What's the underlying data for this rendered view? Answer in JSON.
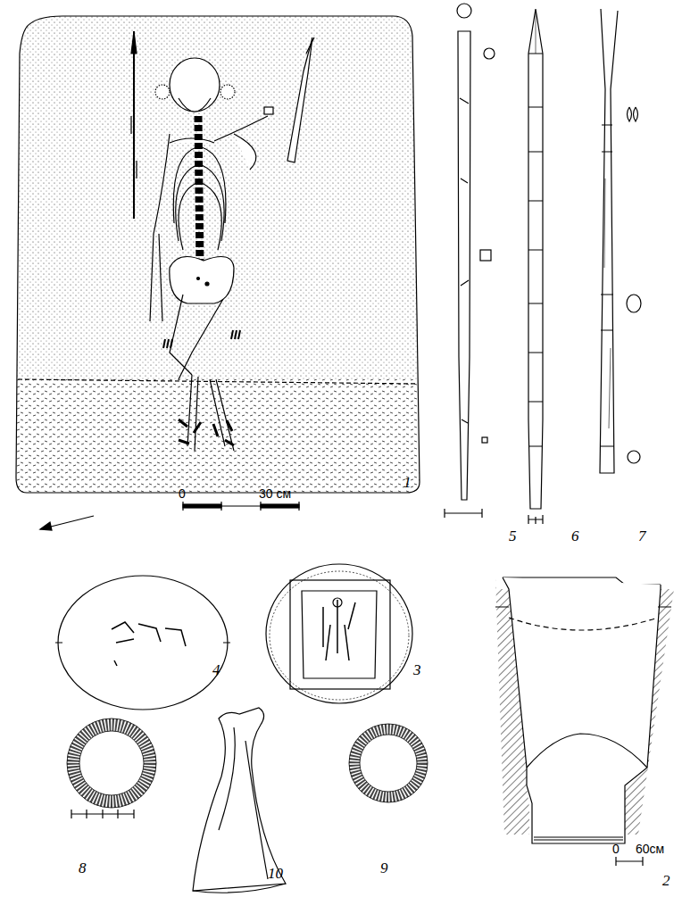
{
  "diagram": {
    "labels": [
      "1",
      "0",
      "30 см",
      "5",
      "6",
      "7",
      "4",
      "3",
      "2",
      "0",
      "60см",
      "8",
      "9",
      "10"
    ]
  }
}
